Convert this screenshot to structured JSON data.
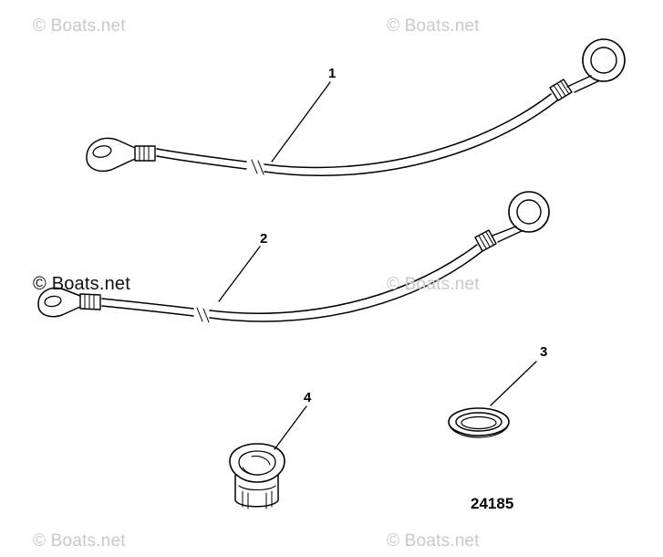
{
  "watermarks": [
    "© Boats.net",
    "© Boats.net",
    "© Boats.net",
    "© Boats.net",
    "© Boats.net",
    "© Boats.net"
  ],
  "callouts": {
    "part1": "1",
    "part2": "2",
    "part3": "3",
    "part4": "4"
  },
  "diagram_number": "24185",
  "colors": {
    "line": "#000000",
    "watermark": "#c9c9c9",
    "background": "#ffffff"
  }
}
